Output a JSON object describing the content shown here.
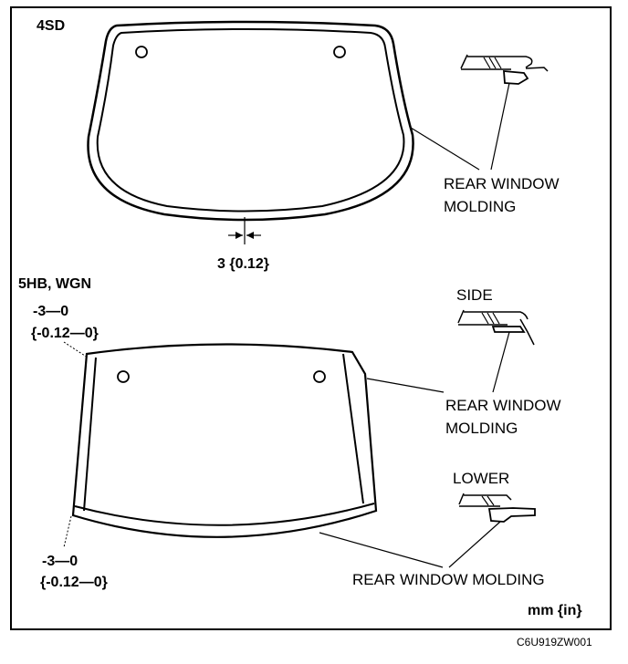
{
  "figure": {
    "variant_4sd": "4SD",
    "variant_5hb_wgn": "5HB, WGN",
    "units": "mm {in}",
    "figure_code": "C6U919ZW001"
  },
  "labels": {
    "rear_window_molding_1a": "REAR WINDOW",
    "rear_window_molding_1b": "MOLDING",
    "dimension_gap": "3 {0.12}",
    "side": "SIDE",
    "rear_window_molding_2a": "REAR WINDOW",
    "rear_window_molding_2b": "MOLDING",
    "lower": "LOWER",
    "rear_window_molding_3": "REAR WINDOW MOLDING",
    "tolerance_top_a": "-3—0",
    "tolerance_top_b": "{-0.12—0}",
    "tolerance_bottom_a": "-3—0",
    "tolerance_bottom_b": "{-0.12—0}"
  }
}
